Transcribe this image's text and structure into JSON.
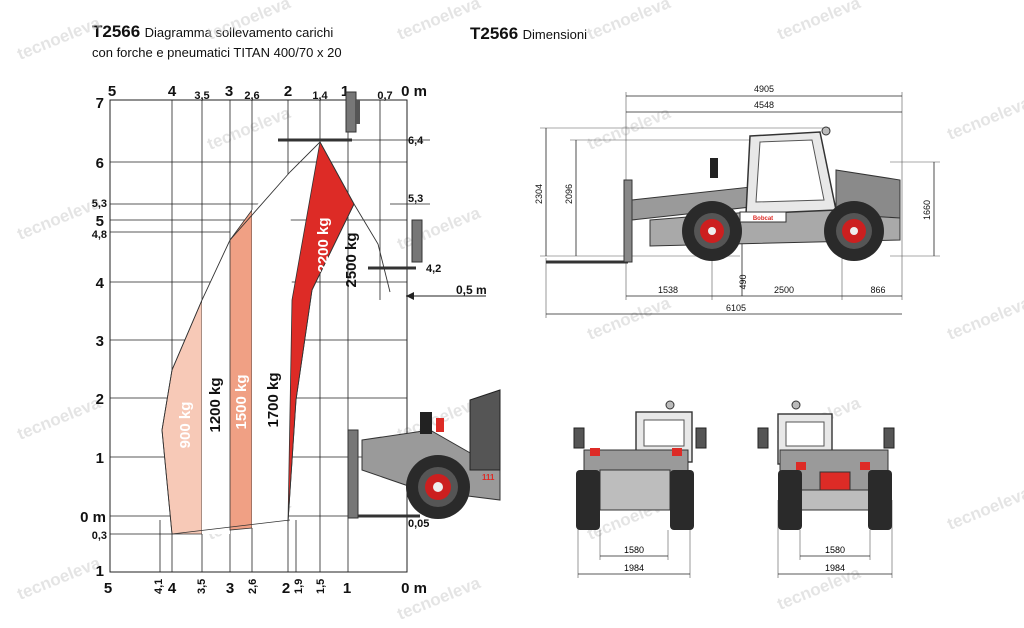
{
  "left_title": {
    "model": "T2566",
    "line1": "Diagramma sollevamento carichi",
    "line2": "con forche e pneumatici TITAN 400/70 x 20"
  },
  "right_title": {
    "model": "T2566",
    "label": "Dimensioni"
  },
  "watermark": "tecnoeleva",
  "load_chart": {
    "top_axis_labels": [
      "5",
      "4",
      "3,5",
      "3",
      "2,6",
      "2",
      "1,4",
      "1",
      "0,7",
      "0 m"
    ],
    "bottom_axis_labels": [
      "5",
      "4,1",
      "4",
      "3,5",
      "3",
      "2,6",
      "2",
      "1,9",
      "1,5",
      "1",
      "0 m"
    ],
    "left_axis_labels": [
      "7",
      "6",
      "5,3",
      "5",
      "4,8",
      "4",
      "3",
      "2",
      "1",
      "0 m",
      "0,3",
      "1"
    ],
    "right_labels": [
      "6,4",
      "5,3",
      "4,2",
      "0,5 m",
      "0,05"
    ],
    "zones": [
      {
        "label": "900 kg",
        "color": "#f7c9b7"
      },
      {
        "label": "1200 kg",
        "color": "#ffffff"
      },
      {
        "label": "1500 kg",
        "color": "#f0a084"
      },
      {
        "label": "1700 kg",
        "color": "#ffffff"
      },
      {
        "label": "2200 kg",
        "color": "#dd2b26"
      },
      {
        "label": "2500 kg",
        "color": "#ffffff"
      }
    ]
  },
  "dimensions": {
    "side": {
      "overall_length_1": "4905",
      "overall_length_2": "4548",
      "height_total": "2304",
      "height_cab": "2096",
      "height_front": "1660",
      "ground_clearance": "490",
      "front_overhang": "1538",
      "wheelbase": "2500",
      "rear_overhang": "866",
      "length_with_forks": "6105"
    },
    "front": {
      "track": "1580",
      "width": "1984"
    },
    "rear": {
      "track": "1580",
      "width": "1984"
    }
  }
}
